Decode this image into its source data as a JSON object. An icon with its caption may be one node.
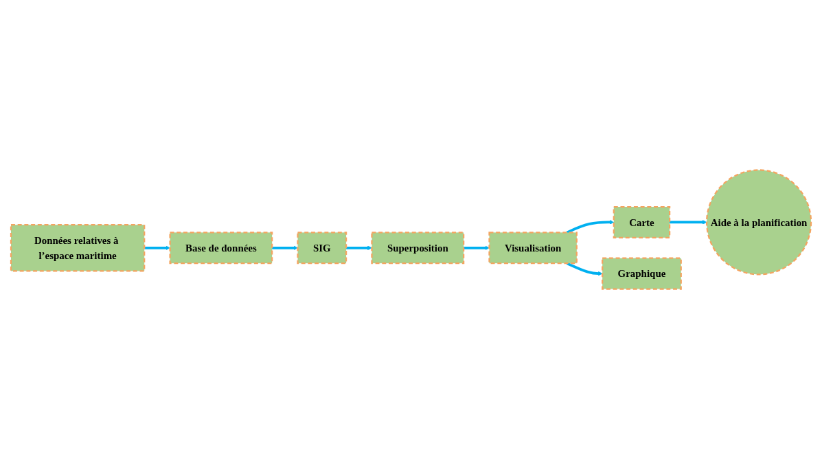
{
  "diagram": {
    "nodes": [
      {
        "text": [
          "Données relatives à l’espace maritime"
        ]
      },
      {
        "text": [
          "Base de données"
        ]
      },
      {
        "text": [
          "SIG"
        ]
      },
      {
        "text": [
          "Superposition"
        ]
      },
      {
        "text": [
          "Visualisation"
        ]
      },
      {
        "text": [
          "Aide à la planification"
        ]
      },
      {
        "text": [
          "Carte"
        ]
      },
      {
        "text": [
          "Graphique"
        ]
      }
    ],
    "edges": [
      {
        "from": 0,
        "to": 1,
        "arrow": "to"
      },
      {
        "from": 1,
        "to": 2,
        "arrow": "to"
      },
      {
        "from": 2,
        "to": 3,
        "arrow": "to"
      },
      {
        "from": 3,
        "to": 4,
        "arrow": "to"
      },
      {
        "from": 4,
        "to": 6,
        "arrow": "to"
      },
      {
        "from": 4,
        "to": 7,
        "arrow": "to"
      },
      {
        "from": 6,
        "to": 5,
        "arrow": "to"
      }
    ]
  }
}
